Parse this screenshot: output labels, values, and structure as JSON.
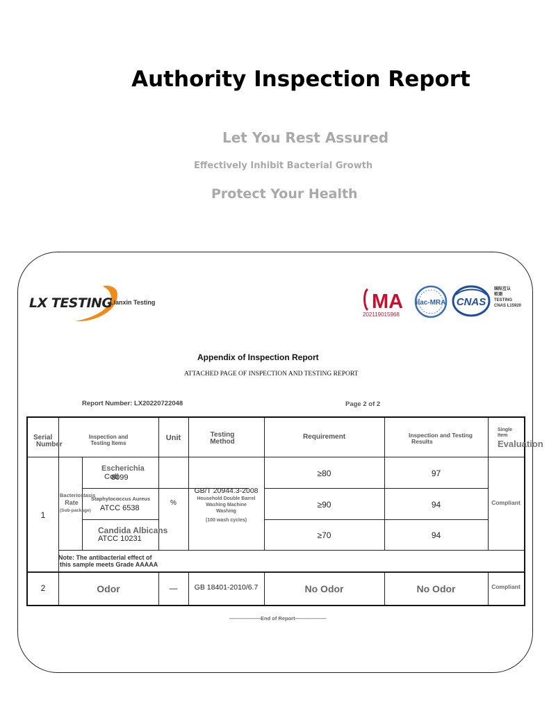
{
  "header": {
    "title": "Authority Inspection Report",
    "tagline_1": "Let You Rest Assured",
    "tagline_2": "Effectively Inhibit Bacterial Growth",
    "tagline_3": "Protect Your Health"
  },
  "lab": {
    "logo_text": "LX TESTING",
    "name": "Lianxin Testing"
  },
  "accreditation": {
    "cma_text": "MA",
    "cma_number": "202119015968",
    "ilac_text": "ilac-MRA",
    "cnas_text": "CNAS",
    "cnas_line_1": "国际互认",
    "cnas_line_2": "检测",
    "cnas_line_3": "TESTING",
    "cnas_line_4": "CNAS L15920"
  },
  "appendix": {
    "title": "Appendix of Inspection Report",
    "subtitle": "ATTACHED PAGE OF INSPECTION AND TESTING REPORT",
    "report_number": "Report Number: LX20220722048",
    "page": "Page 2 of 2"
  },
  "table": {
    "headers": {
      "serial_1": "Serial",
      "serial_2": "Number",
      "items_1": "Inspection and",
      "items_2": "Testing Items",
      "unit": "Unit",
      "method_1": "Testing",
      "method_2": "Method",
      "requirement": "Requirement",
      "result_1": "Inspection and Testing",
      "result_2": "Results",
      "eval_1": "Single",
      "eval_2": "Item",
      "eval_3": "Evaluation"
    },
    "row1": {
      "serial": "1",
      "item_1": "Bacteriostasis",
      "item_2": "Rate",
      "item_3": "(Sub-package)",
      "unit": "%",
      "method_1": "GB/T 20944.3-2008",
      "method_2": "Household Double Barrel",
      "method_3": "Washing Machine",
      "method_4": "Washing",
      "method_5": "(100 wash cycles)",
      "evaluation": "Compliant",
      "note_1": "Note: The antibacterial effect of",
      "note_2": "this sample meets Grade AAAAA",
      "strains": [
        {
          "name_1": "Escherichia",
          "name_2": "Coli",
          "code": "8099",
          "requirement": "≥80",
          "result": "97"
        },
        {
          "name_1": "Staphylococcus Aureus",
          "name_2": "",
          "code": "ATCC 6538",
          "requirement": "≥90",
          "result": "94"
        },
        {
          "name_1": "Candida Albicans",
          "name_2": "",
          "code": "ATCC 10231",
          "requirement": "≥70",
          "result": "94"
        }
      ]
    },
    "row2": {
      "serial": "2",
      "item": "Odor",
      "unit": "—",
      "method": "GB 18401-2010/6.7",
      "requirement": "No Odor",
      "result": "No Odor",
      "evaluation": "Compliant"
    }
  },
  "footer": {
    "end": "——————End of Report——————"
  }
}
